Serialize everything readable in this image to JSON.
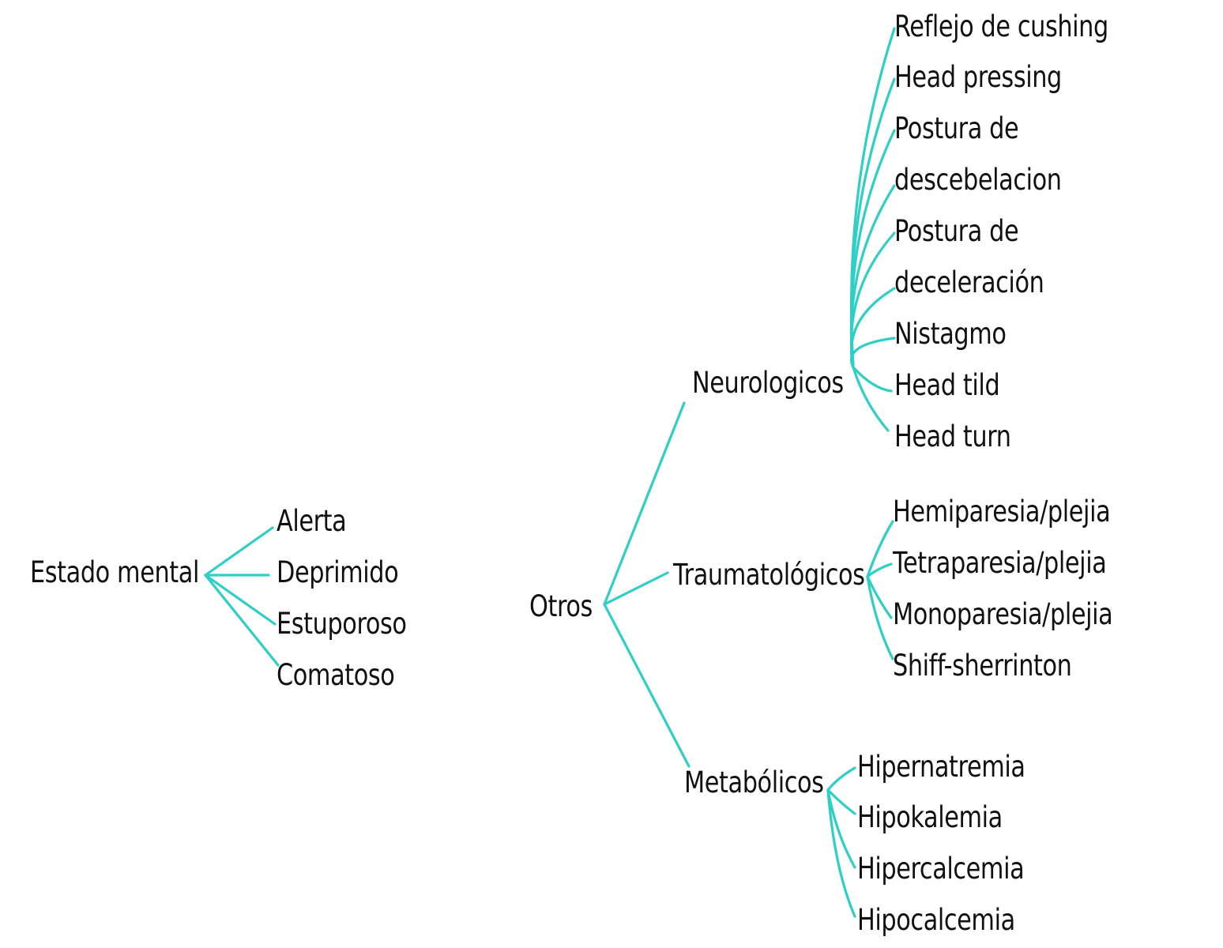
{
  "colors": {
    "connector": "#2ecfc4",
    "text": "#111111",
    "background": "#ffffff"
  },
  "estado_mental": {
    "label": "Estado mental",
    "children": [
      "Alerta",
      "Deprimido",
      "Estuporoso",
      "Comatoso"
    ]
  },
  "otros": {
    "label": "Otros",
    "neurologicos": {
      "label": "Neurologicos",
      "children": [
        "Reflejo de cushing",
        "Head pressing",
        "Postura de",
        "descebelacion",
        "Postura de",
        "deceleración",
        "Nistagmo",
        "Head tild",
        "Head turn"
      ]
    },
    "traumatologicos": {
      "label": "Traumatológicos",
      "children": [
        "Hemiparesia/plejia",
        "Tetraparesia/plejia",
        "Monoparesia/plejia",
        "Shiff-sherrinton"
      ]
    },
    "metabolicos": {
      "label": "Metabólicos",
      "children": [
        "Hipernatremia",
        "Hipokalemia",
        "Hipercalcemia",
        "Hipocalcemia"
      ]
    }
  }
}
